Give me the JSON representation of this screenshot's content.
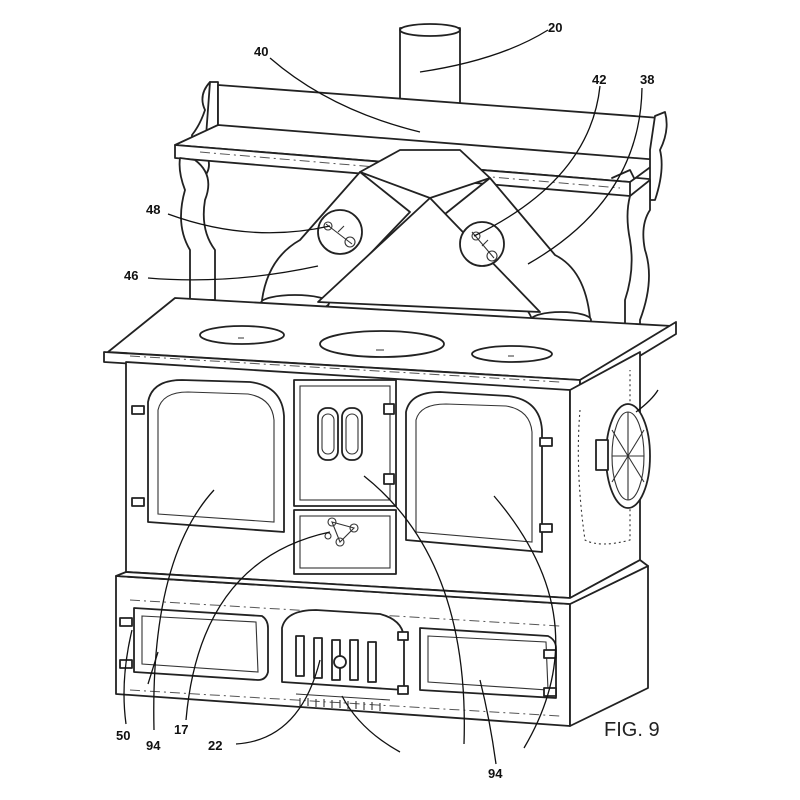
{
  "figure_label": "FIG. 9",
  "reference_numerals": {
    "chimney": "20",
    "flue_collar": "40",
    "right_damper": "42",
    "right_flue_pipe": "38",
    "left_damper": "48",
    "left_flue_pipe": "46",
    "hinge": "50",
    "left_lower_door": "94",
    "right_lower_door": "94",
    "ash_door_center": "17",
    "ash_door_vent": "22"
  }
}
